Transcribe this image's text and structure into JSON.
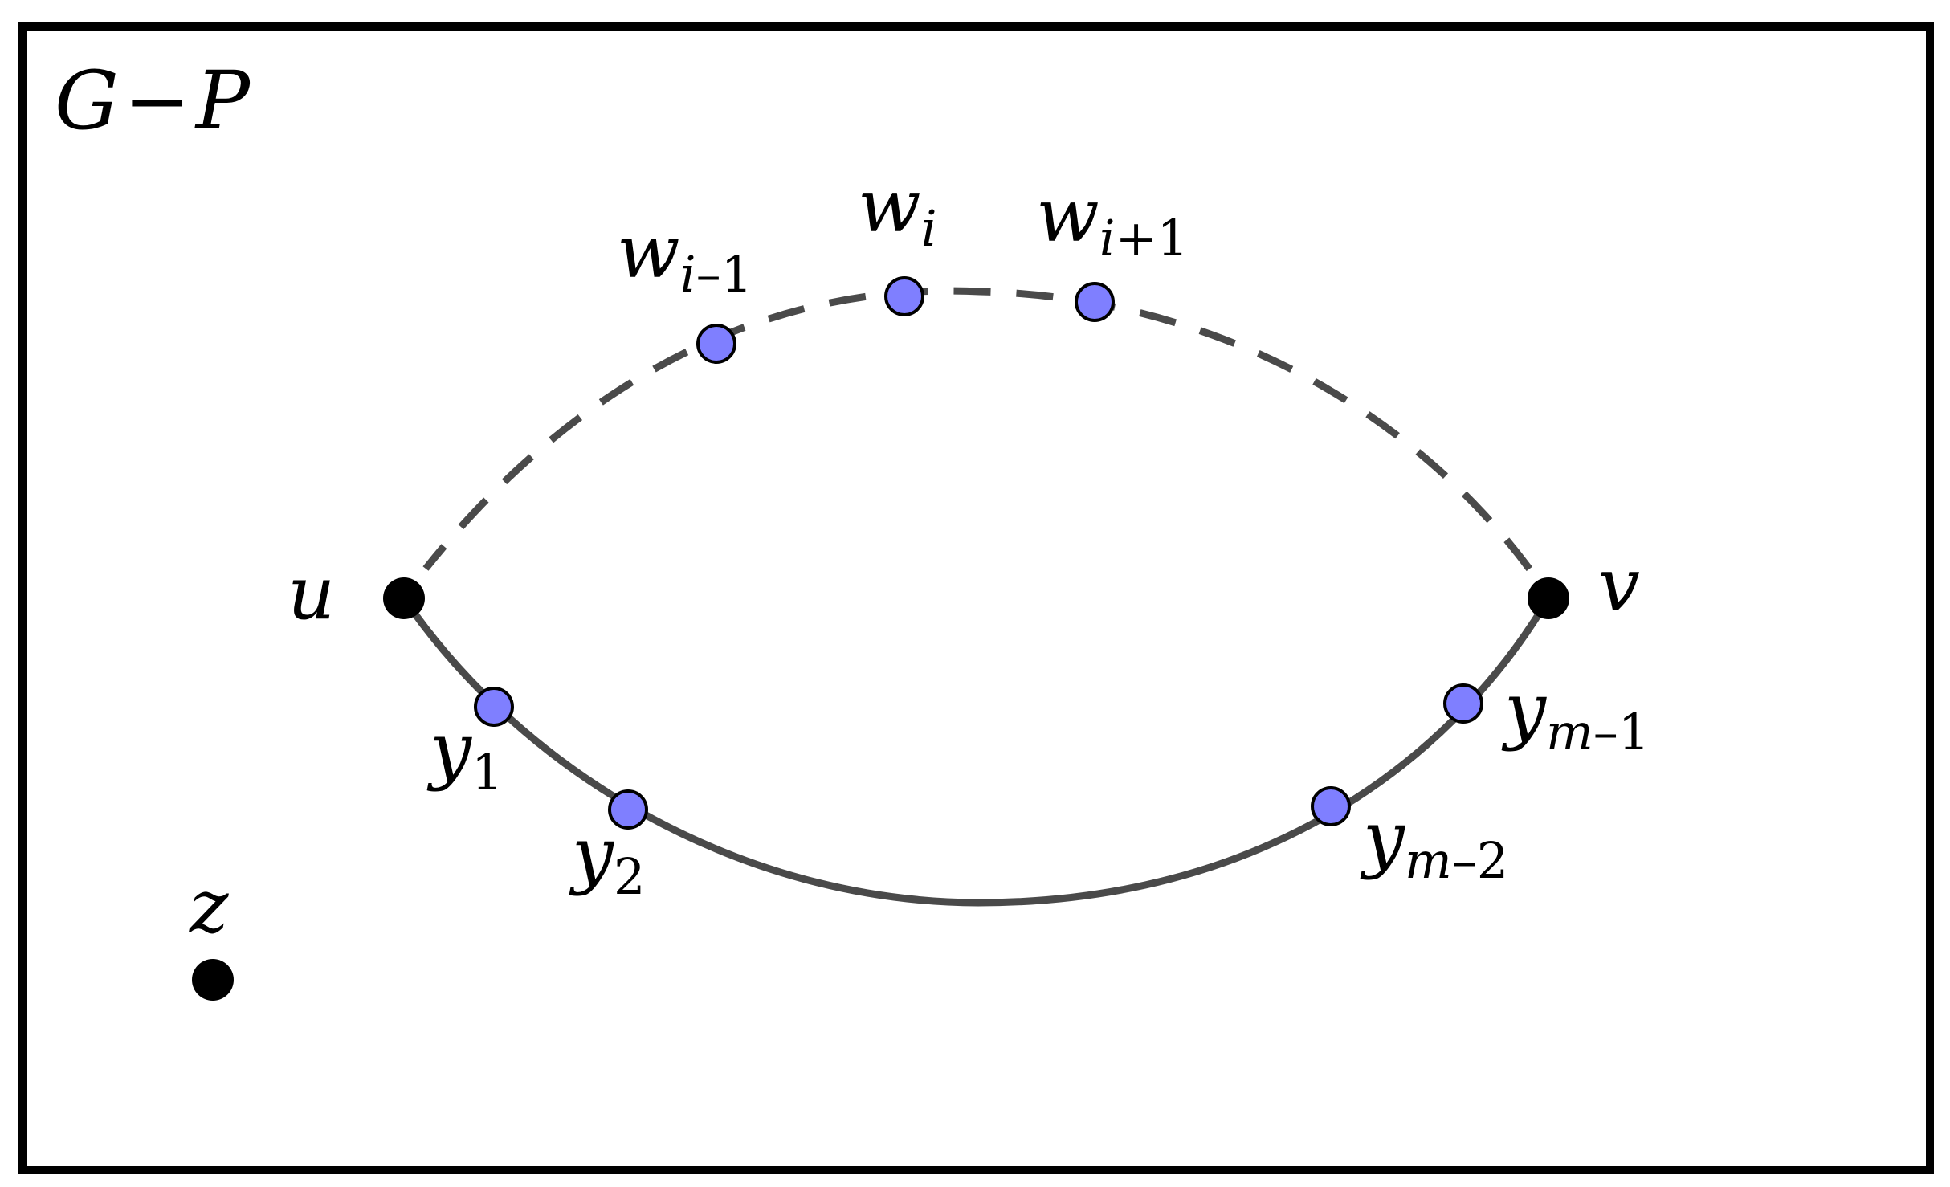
{
  "title": {
    "main": "G",
    "operator": "−",
    "rest": "P"
  },
  "colors": {
    "frame": "#000000",
    "edge": "#4a4a4a",
    "endpoint_vertex": "#000000",
    "path_vertex": "#7f7fff"
  },
  "vertices": {
    "u": {
      "label": "u"
    },
    "v": {
      "label": "v"
    },
    "z": {
      "label": "z"
    },
    "w_prev": {
      "base": "w",
      "sub": "i",
      "sub_op": "–",
      "sub_num": "1"
    },
    "w_i": {
      "base": "w",
      "sub": "i",
      "sub_op": "",
      "sub_num": ""
    },
    "w_next": {
      "base": "w",
      "sub": "i",
      "sub_op": "+",
      "sub_num": "1"
    },
    "y1": {
      "base": "y",
      "sub": "",
      "sub_op": "",
      "sub_num": "1"
    },
    "y2": {
      "base": "y",
      "sub": "",
      "sub_op": "",
      "sub_num": "2"
    },
    "ym2": {
      "base": "y",
      "sub": "m",
      "sub_op": "–",
      "sub_num": "2"
    },
    "ym1": {
      "base": "y",
      "sub": "m",
      "sub_op": "–",
      "sub_num": "1"
    }
  },
  "edges": {
    "upper_path": "dashed",
    "lower_path": "solid"
  }
}
